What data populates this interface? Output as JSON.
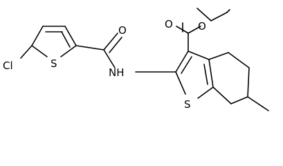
{
  "molecule": {
    "atoms": {
      "cl": "Cl",
      "s_thiophene": "S",
      "o_amide": "O",
      "nh": "NH",
      "o_ester_carbonyl": "O",
      "o_ester_ether": "O",
      "s_benzothiophene": "S"
    },
    "colors": {
      "bond": "#000000",
      "label": "#000000",
      "background": "#ffffff"
    }
  }
}
